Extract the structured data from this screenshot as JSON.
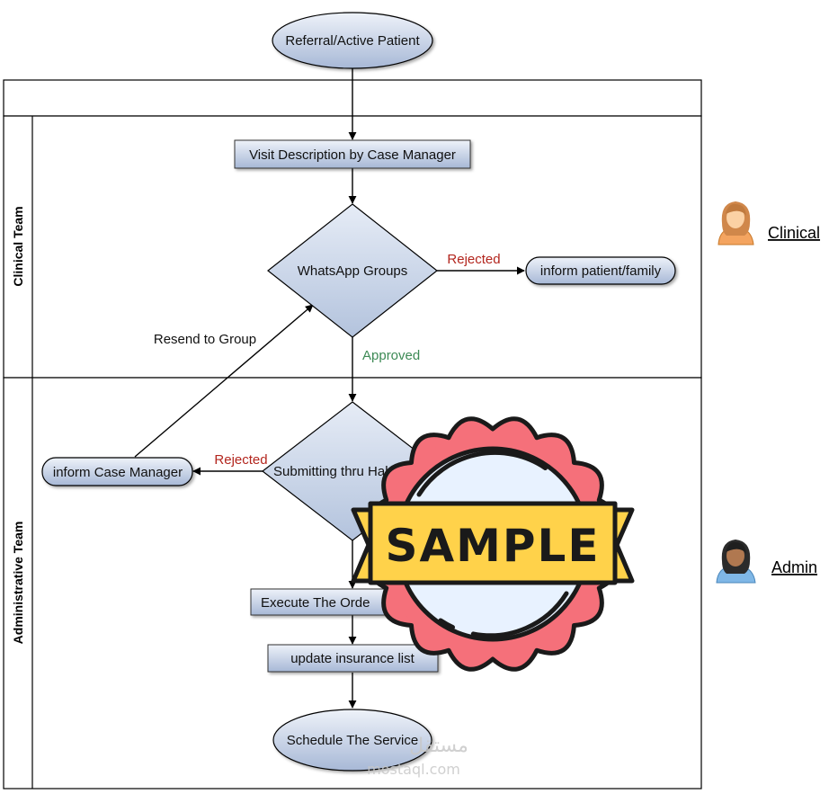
{
  "colors": {
    "node_fill_top": "#e9eef7",
    "node_fill_bottom": "#a9bad6",
    "rejected": "#b3261e",
    "approved": "#3d8a55",
    "seal_red": "#f5707a",
    "seal_inner": "#e8f2ff",
    "banner_yellow": "#ffd24a"
  },
  "lanes": {
    "clinical": "Clinical Team",
    "admin": "Administrative Team"
  },
  "nodes": {
    "start": "Referral/Active Patient",
    "visit": "Visit Description by Case Manager",
    "whatsapp": "WhatsApp Groups",
    "inform_family": "inform patient/family",
    "submitting": "Submitting thru Hal",
    "inform_cm": "inform Case Manager",
    "execute": "Execute The Orde",
    "update": "update insurance list",
    "schedule": "Schedule The Service"
  },
  "edges": {
    "rejected_1": "Rejected",
    "approved": "Approved",
    "rejected_2": "Rejected",
    "resend": "Resend to Group"
  },
  "actors": {
    "clinical": {
      "label": "Clinical",
      "icon": "woman-avatar-icon"
    },
    "admin": {
      "label": "Admin",
      "icon": "woman-avatar-icon"
    }
  },
  "stamp": {
    "text": "SAMPLE",
    "icon": "sample-seal-icon"
  },
  "watermark": {
    "text": "mostaql.com",
    "logo_text": "مستقل"
  }
}
